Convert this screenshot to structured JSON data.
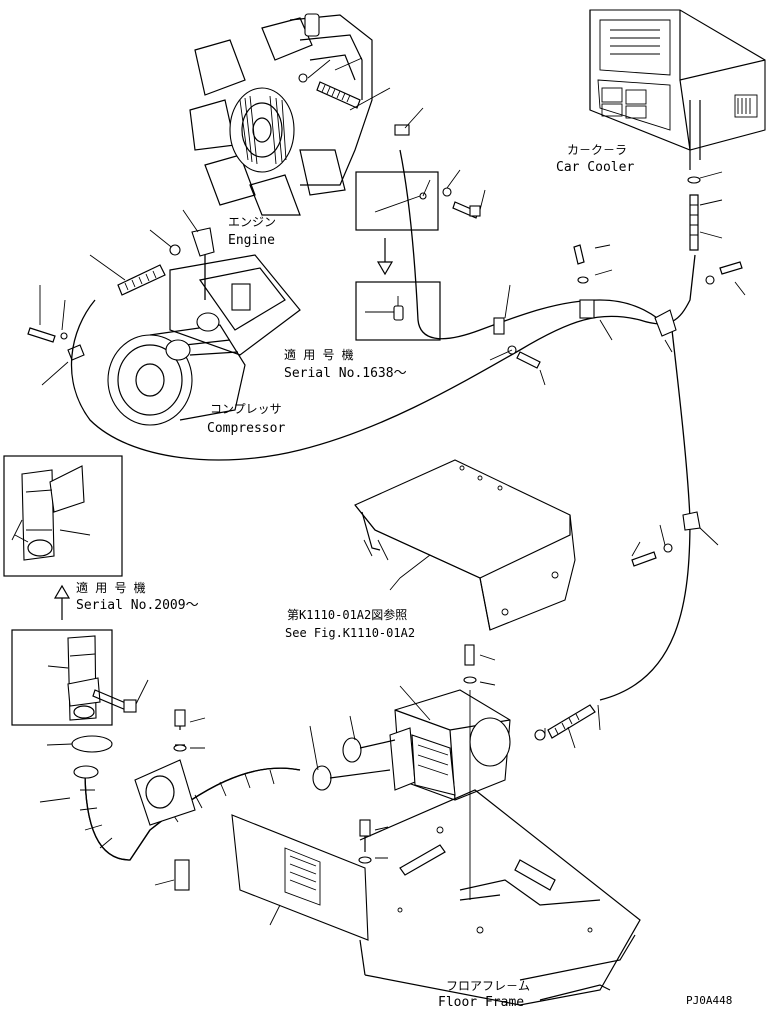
{
  "labels": {
    "car_cooler_jp": "カ－ク－ラ",
    "car_cooler_en": "Car Cooler",
    "engine_jp": "エンジン",
    "engine_en": "Engine",
    "serial1_jp": "適 用 号 機",
    "serial1_en": "Serial No.1638～",
    "compressor_jp": "コンプレッサ",
    "compressor_en": "Compressor",
    "serial2_jp": "適 用 号 機",
    "serial2_en": "Serial No.2009～",
    "see_fig_jp": "第K1110-01A2図参照",
    "see_fig_en": "See Fig.K1110-01A2",
    "floor_frame_jp": "フロアフレ－ム",
    "floor_frame_en": "Floor Frame",
    "figure_code": "PJ0A448"
  }
}
